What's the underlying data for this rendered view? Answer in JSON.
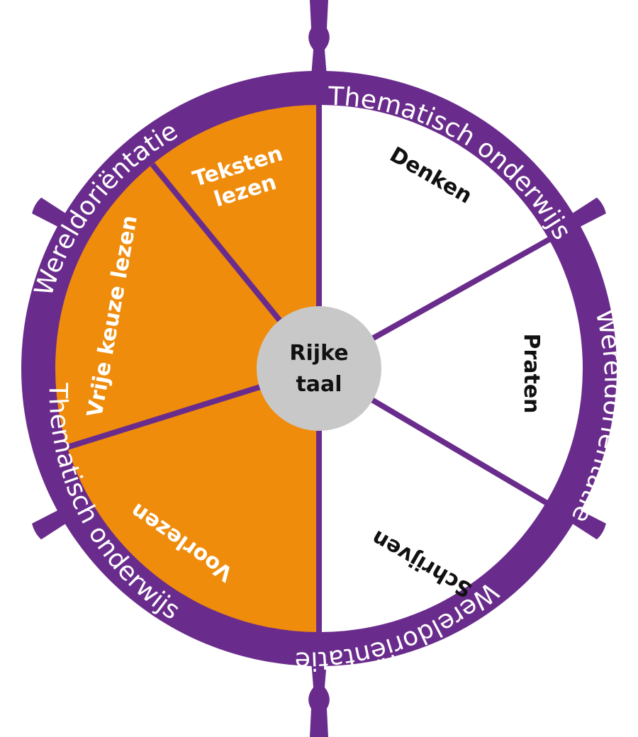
{
  "colors": {
    "purple": "#6a2c8c",
    "orange": "#ef8c0c",
    "white": "#ffffff",
    "hub": "#c8c8c8"
  },
  "ring": {
    "top_right": "Thematisch onderwijs",
    "top_left": "Wereldoriëntatie",
    "right": "Wereldoriëntatie",
    "left": "Thematisch onderwijs",
    "bottom": "Wereldoriëntatie"
  },
  "segments": {
    "denken": "Denken",
    "praten": "Praten",
    "schrijven": "Schrijven",
    "voorlezen": "Voorlezen",
    "vrije_keuze_lezen": "Vrije keuze lezen",
    "teksten_lezen_line1": "Teksten",
    "teksten_lezen_line2": "lezen"
  },
  "hub": {
    "line1": "Rijke",
    "line2": "taal"
  }
}
